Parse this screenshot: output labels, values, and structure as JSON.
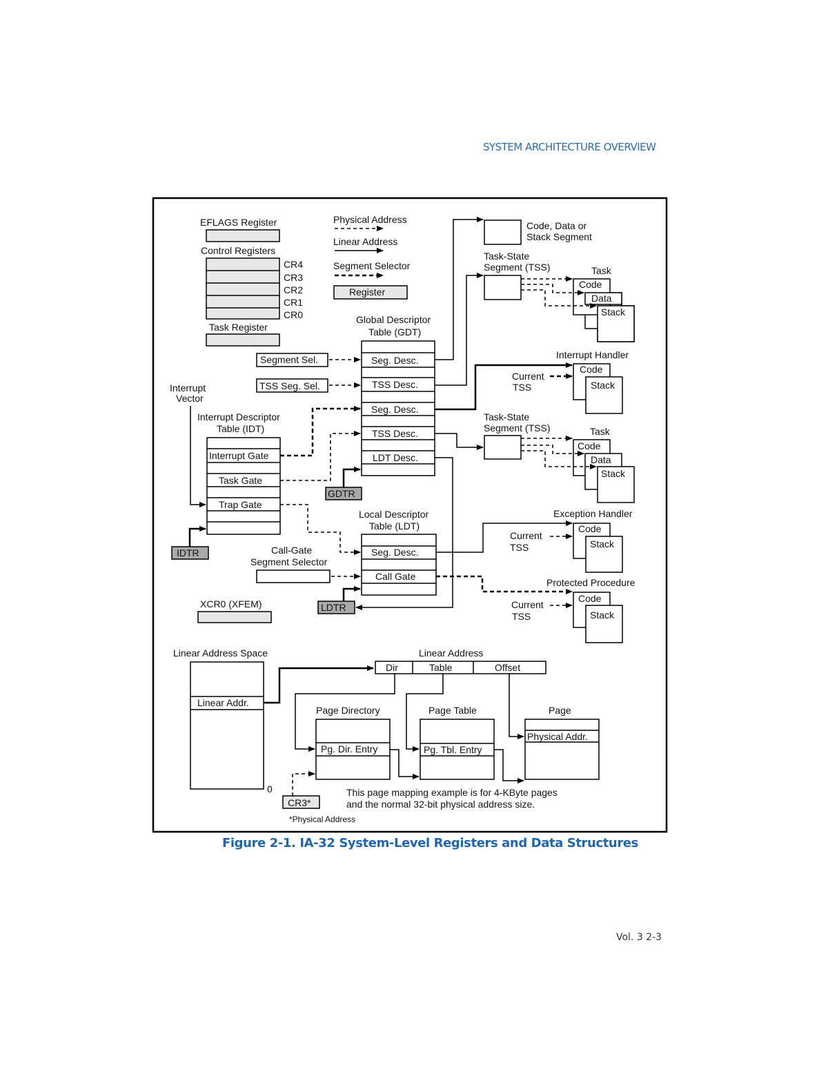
{
  "header": {
    "title": "SYSTEM ARCHITECTURE OVERVIEW"
  },
  "caption": "Figure 2-1.  IA-32 System-Level Registers and Data Structures",
  "footer": "Vol. 3   2-3",
  "legend": {
    "physical": "Physical Address",
    "linear": "Linear Address",
    "selector": "Segment Selector",
    "register": "Register"
  },
  "registers": {
    "eflags": "EFLAGS Register",
    "control": "Control Registers",
    "cr": [
      "CR4",
      "CR3",
      "CR2",
      "CR1",
      "CR0"
    ],
    "task": "Task Register",
    "xcr0": "XCR0 (XFEM)"
  },
  "gdt": {
    "title1": "Global Descriptor",
    "title2": "Table (GDT)",
    "rows": [
      "Seg. Desc.",
      "TSS Desc.",
      "Seg. Desc.",
      "TSS Desc.",
      "LDT Desc."
    ],
    "register": "GDTR"
  },
  "selectors": {
    "seg": "Segment Sel.",
    "tss": "TSS Seg. Sel."
  },
  "interrupt": {
    "line1": "Interrupt",
    "line2": "Vector"
  },
  "idt": {
    "title1": "Interrupt Descriptor",
    "title2": "Table (IDT)",
    "rows": [
      "Interrupt Gate",
      "Task Gate",
      "Trap Gate"
    ],
    "register": "IDTR"
  },
  "ldt": {
    "title1": "Local Descriptor",
    "title2": "Table (LDT)",
    "rows": [
      "Seg. Desc.",
      "Call Gate"
    ],
    "register": "LDTR"
  },
  "callgate": {
    "line1": "Call-Gate",
    "line2": "Segment Selector"
  },
  "right": {
    "cds1": "Code, Data or",
    "cds2": "Stack Segment",
    "tss1a": "Task-State",
    "tss1b": "Segment (TSS)",
    "task": "Task",
    "code": "Code",
    "data": "Data",
    "stack": "Stack",
    "int_handler": "Interrupt Handler",
    "current": "Current",
    "tss": "TSS",
    "exc_handler": "Exception Handler",
    "prot_proc": "Protected Procedure"
  },
  "paging": {
    "space": "Linear Address Space",
    "lin_addr": "Linear Addr.",
    "zero": "0",
    "linear_address": "Linear Address",
    "fields": [
      "Dir",
      "Table",
      "Offset"
    ],
    "page_dir": "Page Directory",
    "page_table": "Page Table",
    "page": "Page",
    "pde": "Pg. Dir. Entry",
    "pte": "Pg. Tbl. Entry",
    "phys_addr": "Physical Addr.",
    "cr3": "CR3*",
    "note1": "This page mapping example is for 4-KByte pages",
    "note2": "and the normal 32-bit physical address size.",
    "footnote": "*Physical Address"
  }
}
